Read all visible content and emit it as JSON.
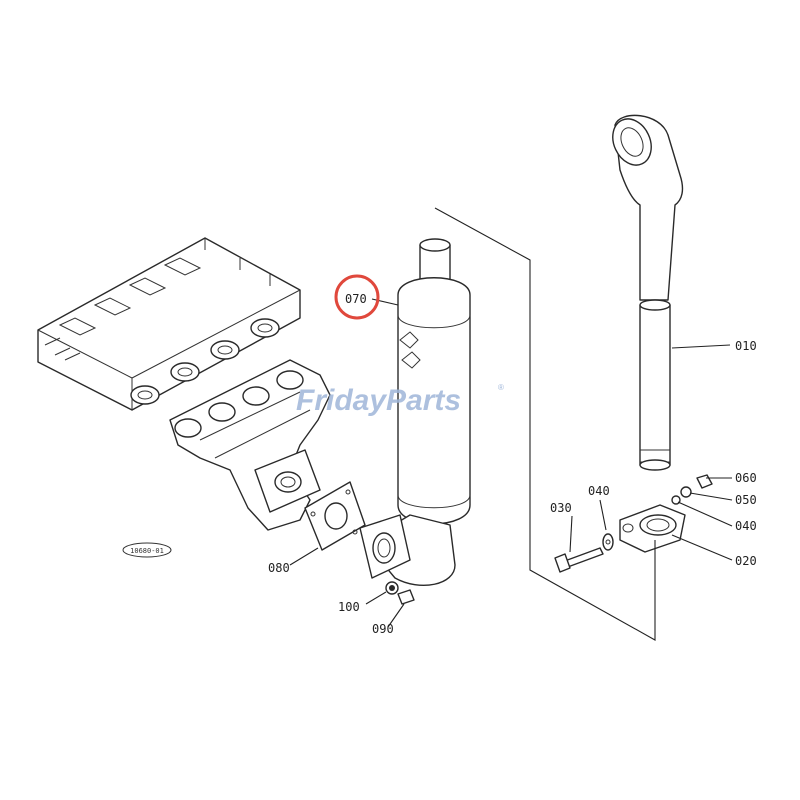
{
  "diagram": {
    "part_numbers": {
      "p010": "010",
      "p020": "020",
      "p030": "030",
      "p040_top": "040",
      "p040_right": "040",
      "p050": "050",
      "p060": "060",
      "p070": "070",
      "p080": "080",
      "p090": "090",
      "p100": "100"
    },
    "reference_code": "10680-01",
    "highlighted_part": "070",
    "highlight_color": "#e0483c"
  },
  "watermark": {
    "word1": "Friday",
    "word2": "Parts",
    "mark": "®",
    "color": "#9fb6d9"
  }
}
